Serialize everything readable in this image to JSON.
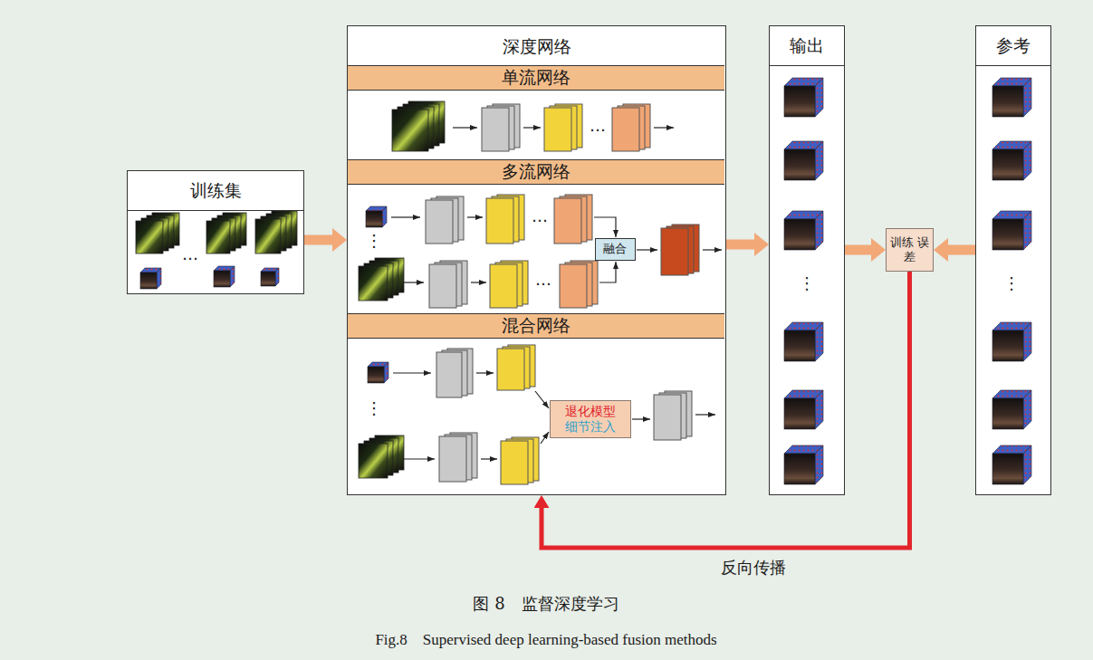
{
  "diagram": {
    "caption": "图 8　监督深度学习",
    "nodes": [
      {
        "text": [
          "训练集"
        ]
      },
      {
        "text": [
          "深度网络"
        ]
      },
      {
        "text": [
          "单流网络"
        ],
        "in": 1
      },
      {
        "text": [
          "多流网络"
        ],
        "in": 1
      },
      {
        "text": [
          "融合"
        ],
        "in": 3
      },
      {
        "text": [
          "混合网络"
        ],
        "in": 1
      },
      {
        "text": [
          "退化模型",
          "细节注入"
        ],
        "in": 5
      },
      {
        "text": [
          "输出"
        ]
      },
      {
        "text": [
          "训练 误差"
        ]
      },
      {
        "text": [
          "参考"
        ]
      }
    ],
    "edges": [
      {
        "from": 0,
        "to": 1,
        "arrow": "to"
      },
      {
        "from": 1,
        "to": 7,
        "arrow": "to"
      },
      {
        "from": 7,
        "to": 8,
        "arrow": "to"
      },
      {
        "from": 9,
        "to": 8,
        "arrow": "to"
      },
      {
        "from": 8,
        "to": 1,
        "arrow": "to",
        "label": "反向传播"
      }
    ],
    "labels": [
      "…",
      "…",
      "…",
      "⋮",
      "…",
      "⋮",
      "⋮",
      "⋮",
      "Fig.8　Supervised deep learning-based fusion methods"
    ]
  }
}
